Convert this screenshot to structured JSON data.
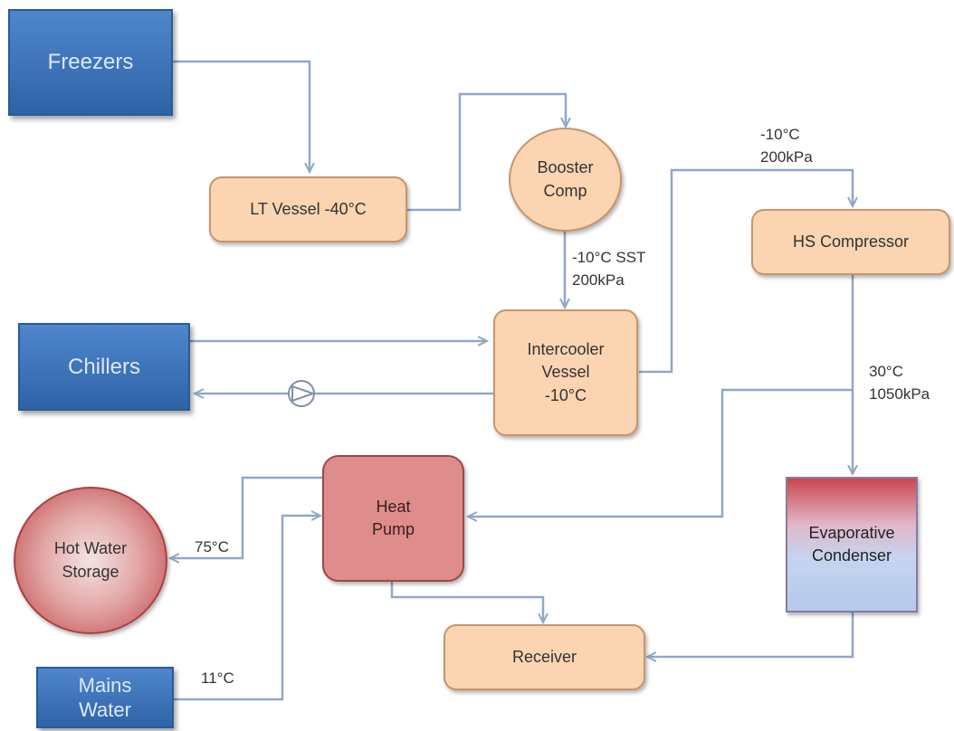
{
  "nodes": {
    "freezers": "Freezers",
    "lt_vessel": "LT Vessel -40°C",
    "booster_comp": "Booster\nComp",
    "hs_compressor": "HS Compressor",
    "chillers": "Chillers",
    "intercooler": "Intercooler\nVessel\n-10°C",
    "heat_pump": "Heat\nPump",
    "hot_water_storage": "Hot Water\nStorage",
    "evaporative_condenser": "Evaporative\nCondenser",
    "receiver": "Receiver",
    "mains_water": "Mains\nWater"
  },
  "labels": {
    "booster_out": "-10°C SST\n200kPa",
    "hs_in": "-10°C\n200kPa",
    "hs_out": "30°C\n1050kPa",
    "hot_water_temp": "75°C",
    "mains_temp": "11°C"
  },
  "colors": {
    "line": "#8fa8c8",
    "blue_box": "#3a70b8",
    "peach_box": "#fbd4b1",
    "heat_pump": "#de8c8c"
  },
  "icons": {
    "pump": "pump-icon"
  }
}
